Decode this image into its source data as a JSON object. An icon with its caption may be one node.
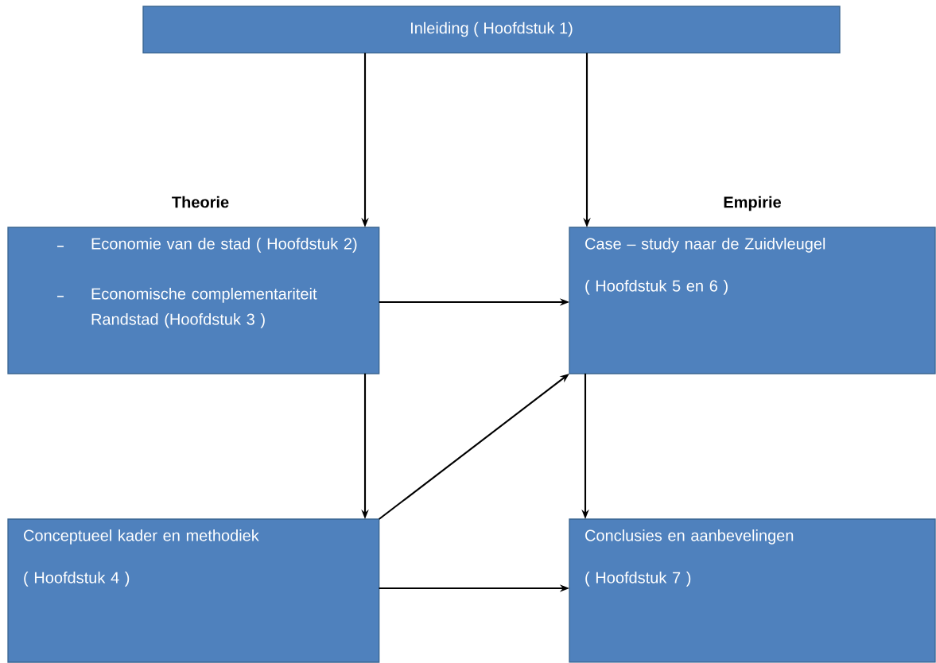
{
  "diagram": {
    "nodes": [
      {
        "text": [
          "Inleiding ( Hoofdstuk 1)"
        ]
      },
      {
        "text": [
          "Theorie",
          "Economie van de stad ( Hoofdstuk 2)",
          "Economische complementariteit Randstad (Hoofdstuk 3 )"
        ]
      },
      {
        "text": [
          "Empirie",
          "Case – study naar de Zuidvleugel",
          "( Hoofdstuk 5 en 6 )"
        ]
      },
      {
        "text": [
          "Conceptueel kader en methodiek",
          "( Hoofdstuk 4 )"
        ]
      },
      {
        "text": [
          "Conclusies en aanbevelingen",
          "( Hoofdstuk 7 )"
        ]
      }
    ],
    "edges": [
      {
        "from": 0,
        "to": 1,
        "arrow": "to"
      },
      {
        "from": 0,
        "to": 2,
        "arrow": "to"
      },
      {
        "from": 1,
        "to": 2,
        "arrow": "to"
      },
      {
        "from": 1,
        "to": 3,
        "arrow": "to"
      },
      {
        "from": 3,
        "to": 2,
        "arrow": "to"
      },
      {
        "from": 2,
        "to": 4,
        "arrow": "to"
      },
      {
        "from": 3,
        "to": 4,
        "arrow": "to"
      }
    ]
  }
}
